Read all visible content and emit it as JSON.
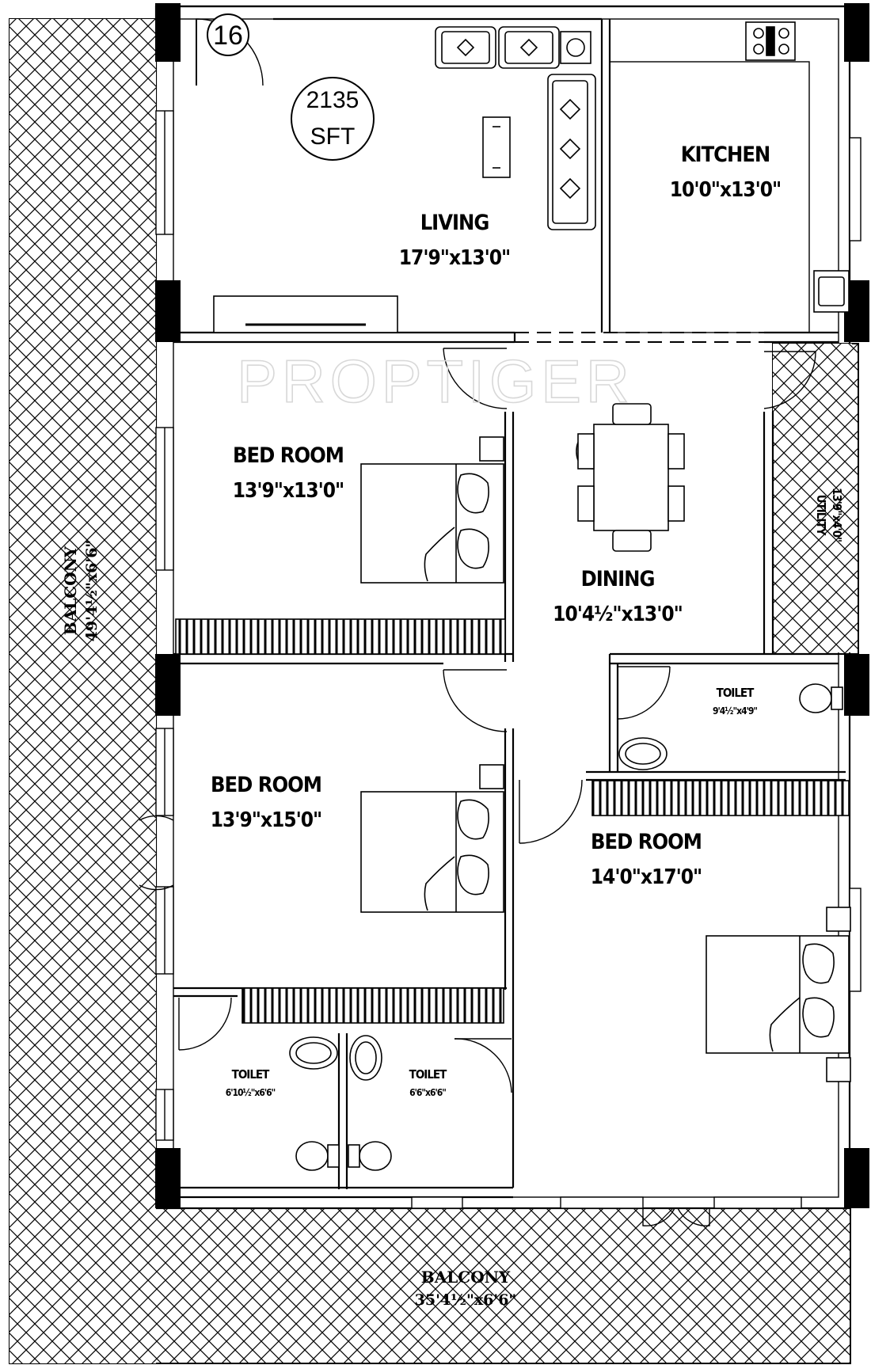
{
  "plan": {
    "unit_number": "16",
    "area_value": "2135",
    "area_unit": "SFT",
    "watermark": "PROPTIGER"
  },
  "rooms": {
    "living": {
      "name": "LIVING",
      "dim": "17'9\"x13'0\""
    },
    "kitchen": {
      "name": "KITCHEN",
      "dim": "10'0\"x13'0\""
    },
    "bedroom1": {
      "name": "BED ROOM",
      "dim": "13'9\"x13'0\""
    },
    "dining": {
      "name": "DINING",
      "dim": "10'4½\"x13'0\""
    },
    "utility": {
      "name": "UTILITY",
      "dim": "13'9\"x4'0\""
    },
    "toilet_master": {
      "name": "TOILET",
      "dim": "9'4½\"x4'9\""
    },
    "bedroom2": {
      "name": "BED ROOM",
      "dim": "13'9\"x15'0\""
    },
    "bedroom3": {
      "name": "BED ROOM",
      "dim": "14'0\"x17'0\""
    },
    "toilet2": {
      "name": "TOILET",
      "dim": "6'10½\"x6'6\""
    },
    "toilet3": {
      "name": "TOILET",
      "dim": "6'6\"x6'6\""
    },
    "balcony_side": {
      "name": "BALCONY",
      "dim": "49'4½\"x6'6\""
    },
    "balcony_bottom": {
      "name": "BALCONY",
      "dim": "35'4½\"x6'6\""
    }
  }
}
